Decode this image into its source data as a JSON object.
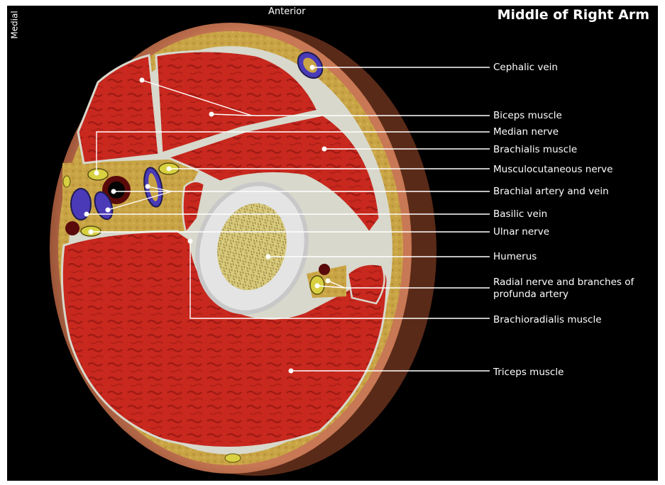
{
  "title": "Middle of Right Arm",
  "orientation": {
    "top": "Anterior",
    "side": "Medial"
  },
  "labels": {
    "cephalic_vein": "Cephalic vein",
    "biceps": "Biceps muscle",
    "median_nerve": "Median nerve",
    "brachialis": "Brachialis muscle",
    "musculocutaneous": "Musculocutaneous nerve",
    "brachial_artery_vein": "Brachial artery and vein",
    "basilic_vein": "Basilic vein",
    "ulnar_nerve": "Ulnar nerve",
    "humerus": "Humerus",
    "radial_line1": "Radial nerve and branches of",
    "radial_line2": "profunda artery",
    "brachioradialis": "Brachioradialis muscle",
    "triceps": "Triceps muscle"
  },
  "colors": {
    "background": "#000000",
    "skin": "#c87855",
    "fat": "#c9a445",
    "fascia": "#d8d8cc",
    "muscle": "#c8281e",
    "vein": "#4a3ab8",
    "artery": "#5a0a0a",
    "nerve": "#d8d040",
    "bone_cortex": "#e4e4e4",
    "marrow": "#cfc070",
    "leader": "#ffffff"
  }
}
